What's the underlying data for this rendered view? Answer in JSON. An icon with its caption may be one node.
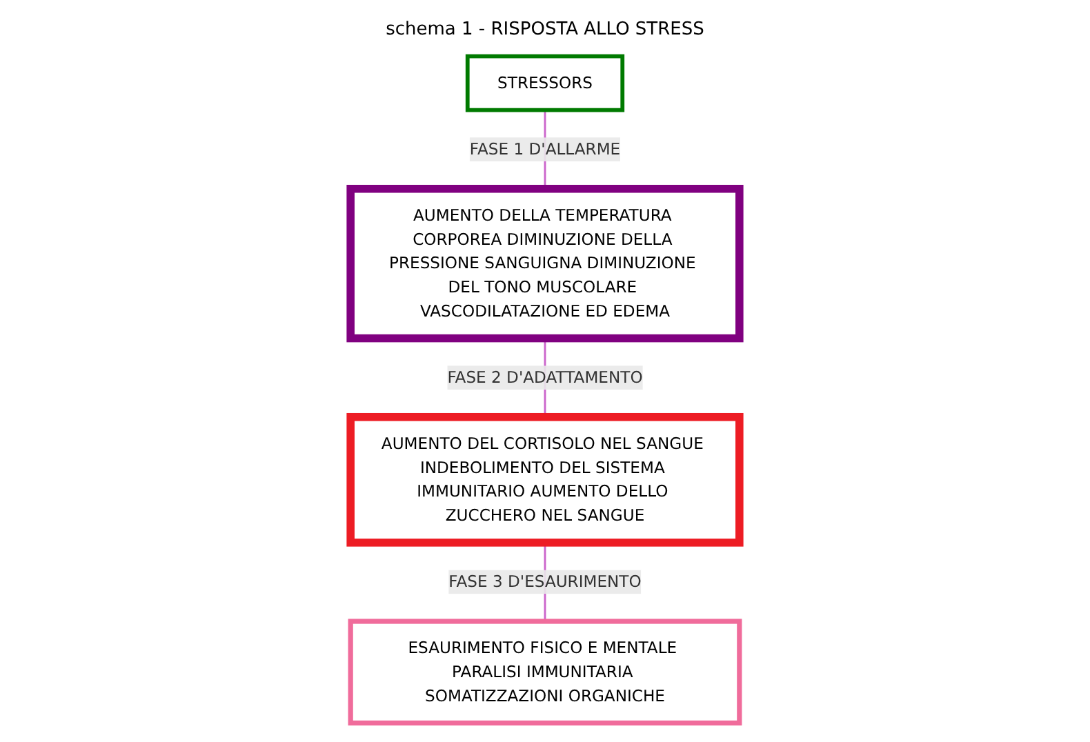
{
  "diagram": {
    "title": "schema 1 - RISPOSTA ALLO STRESS",
    "nodes": [
      {
        "text": [
          "STRESSORS"
        ]
      },
      {
        "text": [
          "AUMENTO DELLA TEMPERATURA CORPOREA DIMINUZIONE DELLA PRESSIONE SANGUIGNA DIMINUZIONE DEL TONO MUSCOLARE VASCODILATAZIONE ED EDEMA"
        ]
      },
      {
        "text": [
          "AUMENTO DEL CORTISOLO NEL SANGUE INDEBOLIMENTO DEL SISTEMA IMMUNITARIO AUMENTO DELLO ZUCCHERO NEL SANGUE"
        ]
      },
      {
        "text": [
          "ESAURIMENTO FISICO E MENTALE PARALISI IMMUNITARIA SOMATIZZAZIONI ORGANICHE"
        ]
      }
    ],
    "edges": [
      {
        "from": 0,
        "to": 1,
        "arrow": "none",
        "label": "FASE 1 D'ALLARME"
      },
      {
        "from": 1,
        "to": 2,
        "arrow": "none",
        "label": "FASE 2 D'ADATTAMENTO"
      },
      {
        "from": 2,
        "to": 3,
        "arrow": "none",
        "label": "FASE 3 D'ESAURIMENTO"
      }
    ]
  }
}
